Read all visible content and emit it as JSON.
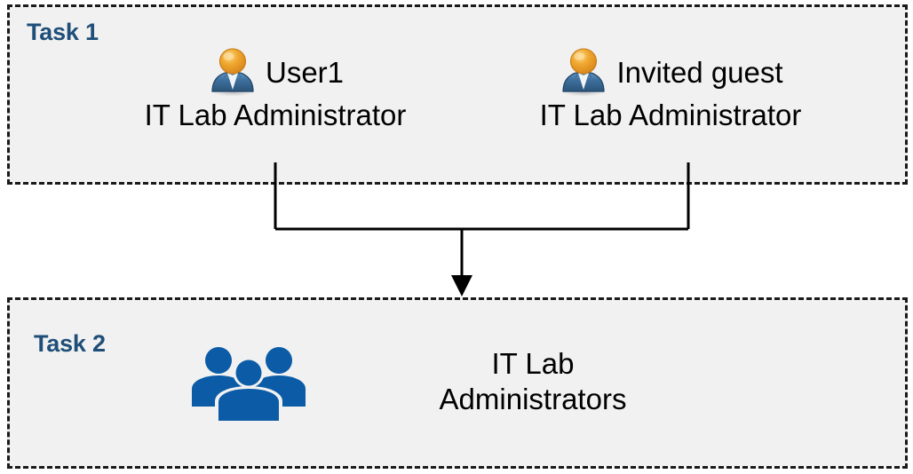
{
  "diagram": {
    "title": "Task assignment to group diagram",
    "background_color": "#FFFFFF",
    "box_fill_color": "#F1F1F1",
    "box_border_color": "#1A1A1A",
    "accent_color": "#1F4E79",
    "group_icon_color": "#0B5BA6",
    "connector_color": "#000000"
  },
  "task1": {
    "label": "Task 1",
    "people": [
      {
        "icon": "single-user-icon",
        "name": "User1",
        "role": "IT Lab Administrator"
      },
      {
        "icon": "single-user-icon",
        "name": "Invited guest",
        "role": "IT Lab Administrator"
      }
    ]
  },
  "task2": {
    "label": "Task 2",
    "icon": "user-group-icon",
    "group_name": "IT Lab\nAdministrators"
  },
  "connector": {
    "type": "merge-arrow",
    "direction": "down",
    "from": [
      "User1",
      "Invited guest"
    ],
    "to": "IT Lab Administrators"
  }
}
